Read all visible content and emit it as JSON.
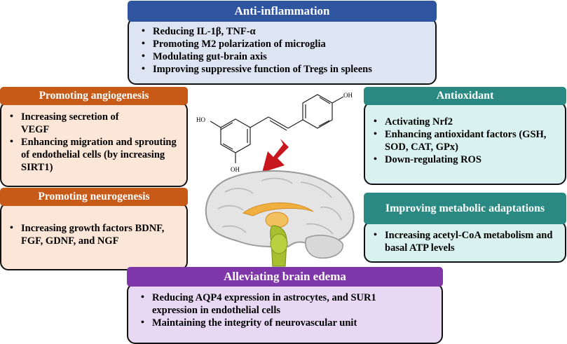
{
  "panels": {
    "anti_inflammation": {
      "title": "Anti-inflammation",
      "color": "#2f55a0",
      "items": [
        "Reducing IL-1β, TNF-α",
        "Promoting M2 polarization of microglia",
        "Modulating gut-brain axis",
        "Improving suppressive function of Tregs in spleens"
      ]
    },
    "angiogenesis": {
      "title": "Promoting angiogenesis",
      "color": "#c85a18",
      "items": [
        "Increasing secretion of VEGF",
        "Enhancing migration and sprouting of endothelial cells (by increasing SIRT1)"
      ]
    },
    "neurogenesis": {
      "title": "Promoting neurogenesis",
      "color": "#c85a18",
      "items": [
        "Increasing growth factors BDNF, FGF, GDNF, and NGF"
      ]
    },
    "antioxidant": {
      "title": "Antioxidant",
      "color": "#2a8a83",
      "items": [
        "Activating Nrf2",
        "Enhancing antioxidant factors (GSH, SOD, CAT, GPx)",
        "Down-regulating ROS"
      ]
    },
    "metabolic": {
      "title": "Improving metabolic adaptations",
      "color": "#2a8a83",
      "items": [
        "Increasing acetyl-CoA metabolism and basal ATP levels"
      ]
    },
    "edema": {
      "title": "Alleviating brain edema",
      "color": "#7e36a8",
      "items": [
        "Reducing AQP4 expression in astrocytes, and SUR1 expression in endothelial cells",
        "Maintaining the integrity of neurovascular unit"
      ]
    }
  },
  "molecule": {
    "labels": [
      "HO",
      "OH",
      "OH"
    ]
  },
  "icons": {
    "arrow": "red-down-arrow-icon",
    "brain": "brain-icon",
    "molecule": "resveratrol-structure-icon"
  }
}
